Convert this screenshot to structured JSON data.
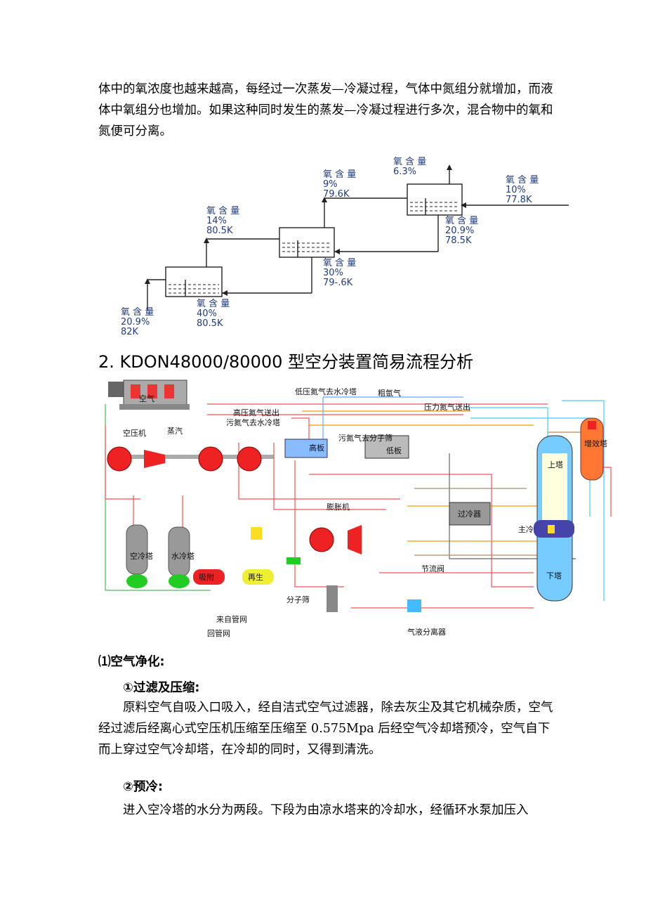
{
  "intro_paragraph": "体中的氧浓度也越来越高，每经过一次蒸发—冷凝过程，气体中氮组分就增加，而液体中氧组分也增加。如果这种同时发生的蒸发—冷凝过程进行多次，混合物中的氧和氮便可分离。",
  "diagram1": {
    "labels": {
      "top_out": [
        "氧 含 量",
        "6.3%"
      ],
      "right_in": [
        "氧 含 量",
        "10%",
        "77.8K"
      ],
      "stage3_in": [
        "氧 含 量",
        "9%",
        "79.6K"
      ],
      "stage3_liq": [
        "氧 含 量",
        "20.9%",
        "78.5K"
      ],
      "stage2_in": [
        "氧 含 量",
        "14%",
        "80.5K"
      ],
      "stage2_liq": [
        "氧 含 量",
        "30%",
        "79-.6K"
      ],
      "stage1_liq": [
        "氧 含 量",
        "40%",
        "80.5K"
      ],
      "bottom_in": [
        "氧 含 量",
        "20.9%",
        "82K"
      ]
    }
  },
  "section_heading": "2.  KDON48000/80000 型空分装置简易流程分析",
  "diagram2": {
    "labels": {
      "air": "空气",
      "compressor": "空压机",
      "steam": "蒸汽",
      "lp_nitrogen_to_tower": "低压氮气去水冷塔",
      "crude_argon": "粗氩气",
      "hp_nitrogen_out": "高压氮气送出",
      "dirty_nitrogen_to_tower": "污氮气去水冷塔",
      "pressure_nitrogen_out": "压力氮气送出",
      "high_plate": "高板",
      "dirty_nitrogen_mol": "污氮气去分子筛",
      "low_plate": "低板",
      "upper_tower": "上塔",
      "booster_tower": "增效塔",
      "subcooler": "过冷器",
      "expander": "膨胀机",
      "main_cooler": "主冷",
      "air_cooling_tower": "空冷塔",
      "water_cooling_tower": "水冷塔",
      "adsorb": "吸附",
      "regen": "再生",
      "throttle": "节流阀",
      "lower_tower": "下塔",
      "mol_sieve": "分子筛",
      "from_pipe": "来自管网",
      "return_pipe": "回管网",
      "gas_liquid_sep": "气液分离器"
    }
  },
  "subheading_1": "⑴空气净化:",
  "subheading_1a": "①过滤及压缩:",
  "paragraph_1a": "原料空气自吸入口吸入，经自洁式空气过滤器，除去灰尘及其它机械杂质，空气经过滤后经离心式空压机压缩至压缩至 0.575Mpa 后经空气冷却塔预冷，空气自下而上穿过空气冷却塔，在冷却的同时，又得到清洗。",
  "subheading_1b": "②预冷:",
  "paragraph_1b": "进入空冷塔的水分为两段。下段为由凉水塔来的冷却水，经循环水泵加压入"
}
